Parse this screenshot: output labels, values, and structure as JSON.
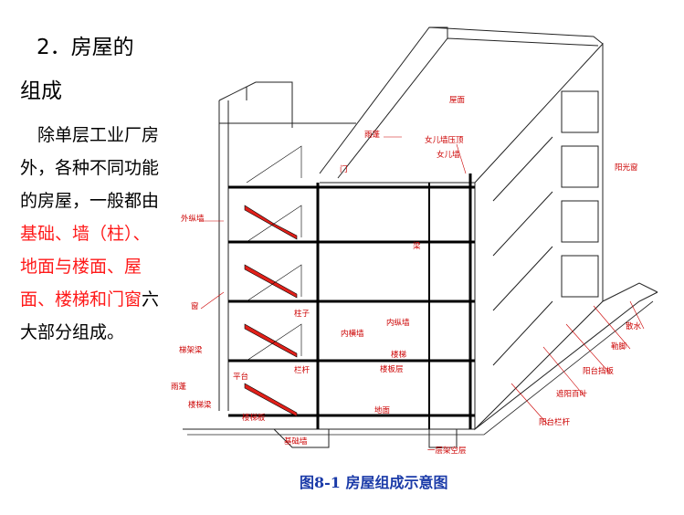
{
  "heading_line1": "2．房屋的",
  "heading_line2": "组成",
  "body": {
    "part1": "除单层工业厂房外，各种不同功能的房屋，一般都由",
    "red1": "基础、墙（柱）、地面与楼面、屋面、楼梯和门窗",
    "part2": "六大部分组成。"
  },
  "caption": "图8-1  房屋组成示意图",
  "labels": {
    "wumian": "屋面",
    "yupeng": "雨蓬",
    "nverqiang_yading": "女儿墙压顶",
    "nverqiang": "女儿墙",
    "men": "门",
    "yangguangchuang": "阳光窗",
    "waizongqiang": "外纵墙",
    "chuang": "窗",
    "liang": "梁",
    "zhuzi": "柱子",
    "neihengqiang": "内横墙",
    "neizongqiang": "内纵墙",
    "tijiliang": "梯架梁",
    "pingtai": "平台",
    "langganbi": "栏杆",
    "loubanceng": "楼板层",
    "louti": "楼梯",
    "yupeng2": "雨蓬",
    "louti_liang": "楼梯梁",
    "loutiban": "楼梯板",
    "dimian": "地面",
    "jichuquang": "基础墙",
    "yiceng_jia_kongceng": "一层架空层",
    "yangtai_langan": "阳台栏杆",
    "yangtai_hua": "遮阳百叶",
    "yangtai_diban": "阳台挡板",
    "qinjiao": "勒脚",
    "sanshui": "散水"
  },
  "colors": {
    "stair": "#e0201a",
    "label": "#cc0000",
    "caption": "#1a3aa8",
    "accent": "#ff1a1a"
  }
}
